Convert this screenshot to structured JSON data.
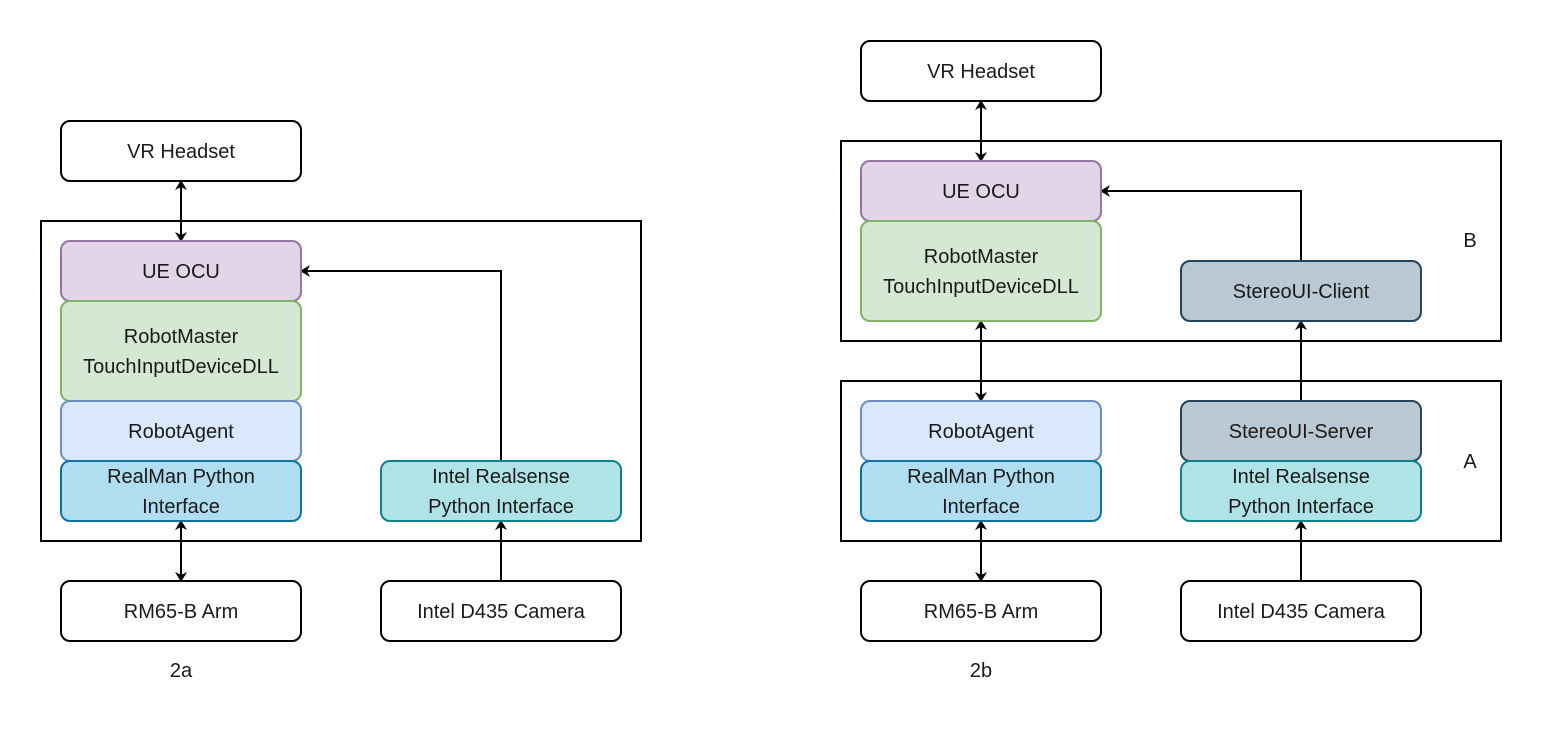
{
  "styles": {
    "plain": {
      "fill": "#ffffff",
      "stroke": "#000000"
    },
    "purple": {
      "fill": "#e1d5e7",
      "stroke": "#9673a6"
    },
    "green": {
      "fill": "#d5e8d4",
      "stroke": "#82b366"
    },
    "lightblue": {
      "fill": "#dae8fc",
      "stroke": "#6c8ebf"
    },
    "blue": {
      "fill": "#b1ddf0",
      "stroke": "#10739e"
    },
    "teal": {
      "fill": "#b0e3e6",
      "stroke": "#0e8088"
    },
    "slate": {
      "fill": "#bac8d3",
      "stroke": "#23445d"
    }
  },
  "diagrams": [
    {
      "id": "2a",
      "caption": "2a",
      "groups": [
        {
          "id": "a-main",
          "label": ""
        }
      ],
      "nodes": [
        {
          "id": "a-vr",
          "lines": [
            "VR Headset"
          ],
          "style": "plain"
        },
        {
          "id": "a-ue",
          "lines": [
            "UE OCU"
          ],
          "style": "purple"
        },
        {
          "id": "a-rm",
          "lines": [
            "RobotMaster",
            "TouchInputDeviceDLL"
          ],
          "style": "green"
        },
        {
          "id": "a-ra",
          "lines": [
            "RobotAgent"
          ],
          "style": "lightblue"
        },
        {
          "id": "a-rpi",
          "lines": [
            "RealMan Python",
            "Interface"
          ],
          "style": "blue"
        },
        {
          "id": "a-irs",
          "lines": [
            "Intel Realsense",
            "Python Interface"
          ],
          "style": "teal"
        },
        {
          "id": "a-arm",
          "lines": [
            "RM65-B Arm"
          ],
          "style": "plain"
        },
        {
          "id": "a-cam",
          "lines": [
            "Intel D435 Camera"
          ],
          "style": "plain"
        }
      ],
      "edges": [
        {
          "from": "a-vr",
          "to": "a-ue",
          "direction": "both"
        },
        {
          "from": "a-irs",
          "to": "a-ue",
          "direction": "forward"
        },
        {
          "from": "a-arm",
          "to": "a-rpi",
          "direction": "both"
        },
        {
          "from": "a-cam",
          "to": "a-irs",
          "direction": "forward"
        }
      ]
    },
    {
      "id": "2b",
      "caption": "2b",
      "groups": [
        {
          "id": "b-group",
          "label": "B"
        },
        {
          "id": "a-group",
          "label": "A"
        }
      ],
      "nodes": [
        {
          "id": "b-vr",
          "lines": [
            "VR Headset"
          ],
          "style": "plain"
        },
        {
          "id": "b-ue",
          "lines": [
            "UE OCU"
          ],
          "style": "purple"
        },
        {
          "id": "b-rm",
          "lines": [
            "RobotMaster",
            "TouchInputDeviceDLL"
          ],
          "style": "green"
        },
        {
          "id": "b-sc",
          "lines": [
            "StereoUI-Client"
          ],
          "style": "slate"
        },
        {
          "id": "b-ra",
          "lines": [
            "RobotAgent"
          ],
          "style": "lightblue"
        },
        {
          "id": "b-ss",
          "lines": [
            "StereoUI-Server"
          ],
          "style": "slate"
        },
        {
          "id": "b-rpi",
          "lines": [
            "RealMan Python",
            "Interface"
          ],
          "style": "blue"
        },
        {
          "id": "b-irs",
          "lines": [
            "Intel Realsense",
            "Python Interface"
          ],
          "style": "teal"
        },
        {
          "id": "b-arm",
          "lines": [
            "RM65-B Arm"
          ],
          "style": "plain"
        },
        {
          "id": "b-cam",
          "lines": [
            "Intel D435 Camera"
          ],
          "style": "plain"
        }
      ],
      "edges": [
        {
          "from": "b-vr",
          "to": "b-ue",
          "direction": "both"
        },
        {
          "from": "b-sc",
          "to": "b-ue",
          "direction": "forward"
        },
        {
          "from": "b-rm",
          "to": "b-ra",
          "direction": "both"
        },
        {
          "from": "b-ss",
          "to": "b-sc",
          "direction": "forward"
        },
        {
          "from": "b-arm",
          "to": "b-rpi",
          "direction": "both"
        },
        {
          "from": "b-cam",
          "to": "b-irs",
          "direction": "forward"
        }
      ]
    }
  ]
}
